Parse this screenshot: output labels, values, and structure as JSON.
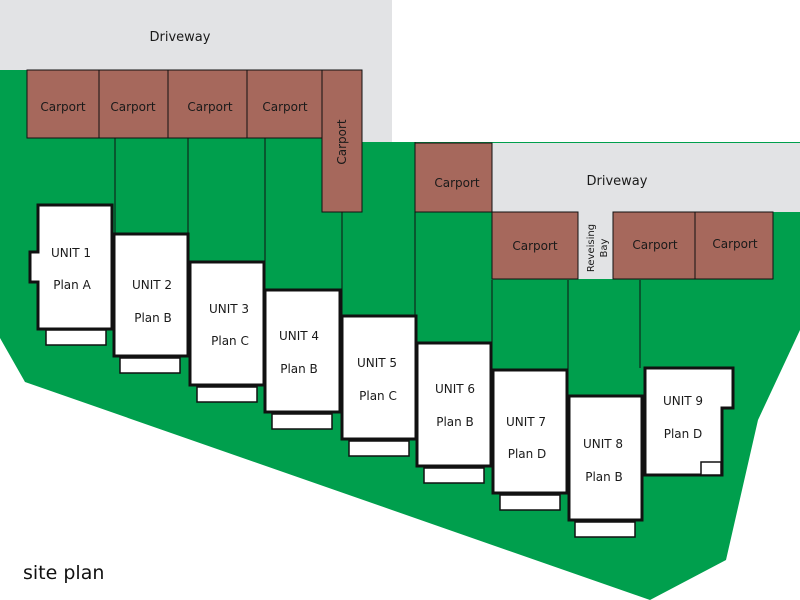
{
  "colors": {
    "lawn": "#009f4d",
    "driveway": "#e2e3e5",
    "carport": "#a6685c",
    "unit_fill": "#ffffff",
    "outline": "#111111"
  },
  "labels": {
    "driveway_upper": "Driveway",
    "driveway_lower": "Driveway",
    "carport": "Carport",
    "reversing_bay_line1": "Reveising",
    "reversing_bay_line2": "Bay"
  },
  "units": [
    {
      "name": "UNIT 1",
      "plan": "Plan A"
    },
    {
      "name": "UNIT 2",
      "plan": "Plan B"
    },
    {
      "name": "UNIT 3",
      "plan": "Plan C"
    },
    {
      "name": "UNIT 4",
      "plan": "Plan B"
    },
    {
      "name": "UNIT 5",
      "plan": "Plan C"
    },
    {
      "name": "UNIT 6",
      "plan": "Plan B"
    },
    {
      "name": "UNIT 7",
      "plan": "Plan D"
    },
    {
      "name": "UNIT 8",
      "plan": "Plan B"
    },
    {
      "name": "UNIT 9",
      "plan": "Plan D"
    }
  ],
  "caption": "site plan"
}
